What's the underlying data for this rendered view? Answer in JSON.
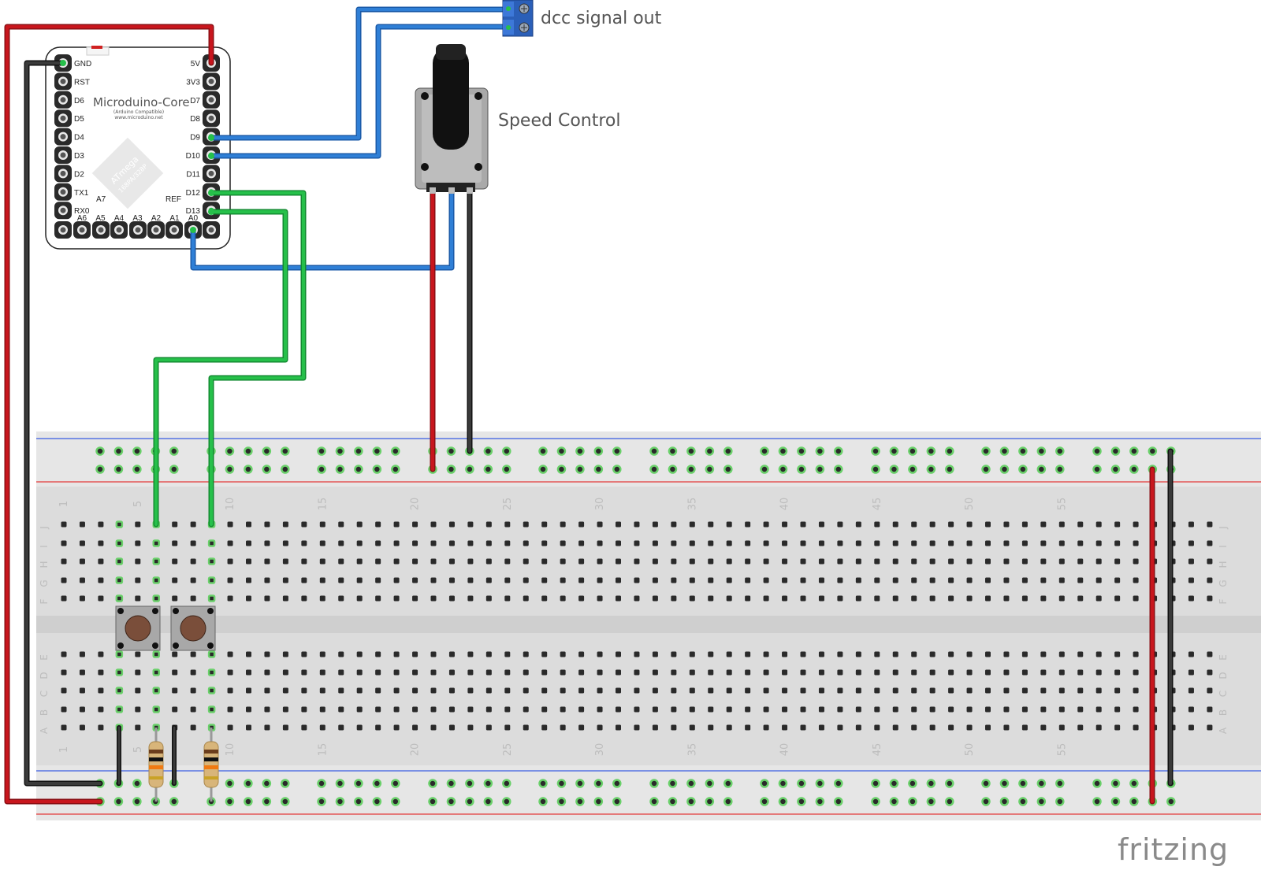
{
  "labels": {
    "dcc_signal_out": "dcc signal out",
    "speed_control": "Speed Control",
    "board_name": "Microduino-Core",
    "board_sub1": "(Arduino Compatible)",
    "board_sub2": "www.microduino.net",
    "chip_line1": "ATmega",
    "chip_line2": "168PA/328P",
    "fritzing_logo": "fritzing"
  },
  "board": {
    "left_pins": [
      "GND",
      "RST",
      "D6",
      "D5",
      "D4",
      "D3",
      "D2",
      "TX1",
      "RX0"
    ],
    "right_pins": [
      "5V",
      "3V3",
      "D7",
      "D8",
      "D9",
      "D10",
      "D11",
      "D12",
      "D13"
    ],
    "bottom_pins": [
      "A6",
      "A5",
      "A4",
      "A3",
      "A2",
      "A1",
      "A0"
    ],
    "extra_labels": [
      "A7",
      "REF"
    ]
  },
  "breadboard": {
    "column_numbers": [
      "1",
      "5",
      "10",
      "15",
      "20",
      "25",
      "30",
      "35",
      "40",
      "45",
      "50",
      "55"
    ],
    "rows_top": [
      "J",
      "I",
      "H",
      "G",
      "F"
    ],
    "rows_bottom": [
      "E",
      "D",
      "C",
      "B",
      "A"
    ]
  },
  "colors": {
    "wire_red": "#c8161d",
    "wire_black": "#2b2b2b",
    "wire_blue": "#2f7fd6",
    "wire_green": "#26c04a",
    "breadboard": "#dedede",
    "rail_red": "#e33b3b",
    "rail_blue": "#3b5ee3",
    "hole": "#2a2a2a",
    "hole_active": "#6ad06a"
  }
}
